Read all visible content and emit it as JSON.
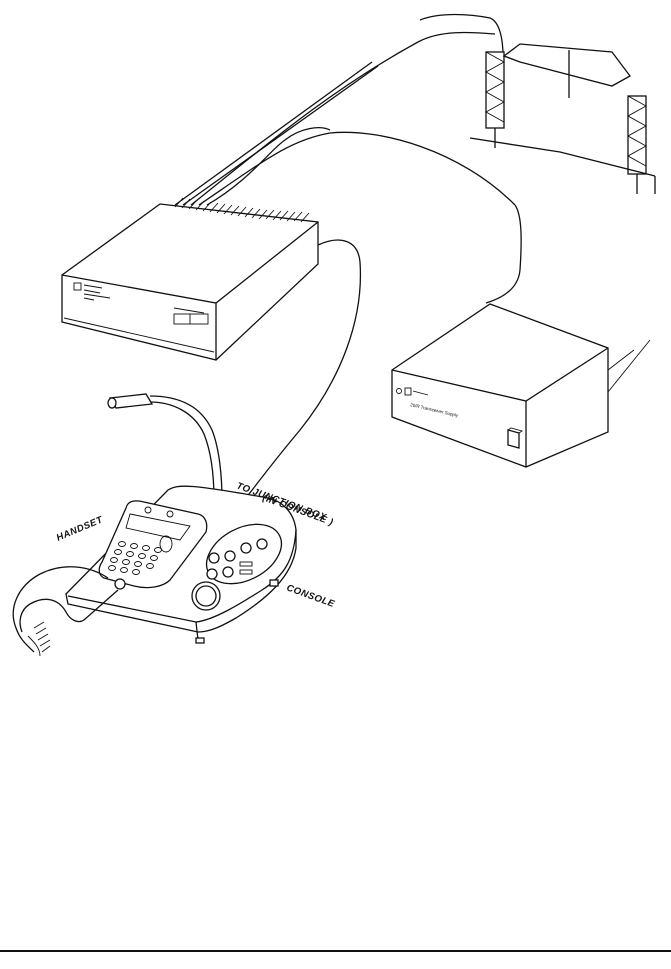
{
  "labels": {
    "handset": "HANDSET",
    "junction_line1": "TO JUNCTION BOX",
    "junction_line2": "(IN CONSOLE )",
    "console": "CONSOLE"
  },
  "transceiver_supply_text": "20/R Transceiver Supply",
  "colors": {
    "line": "#111111",
    "background": "#ffffff"
  }
}
